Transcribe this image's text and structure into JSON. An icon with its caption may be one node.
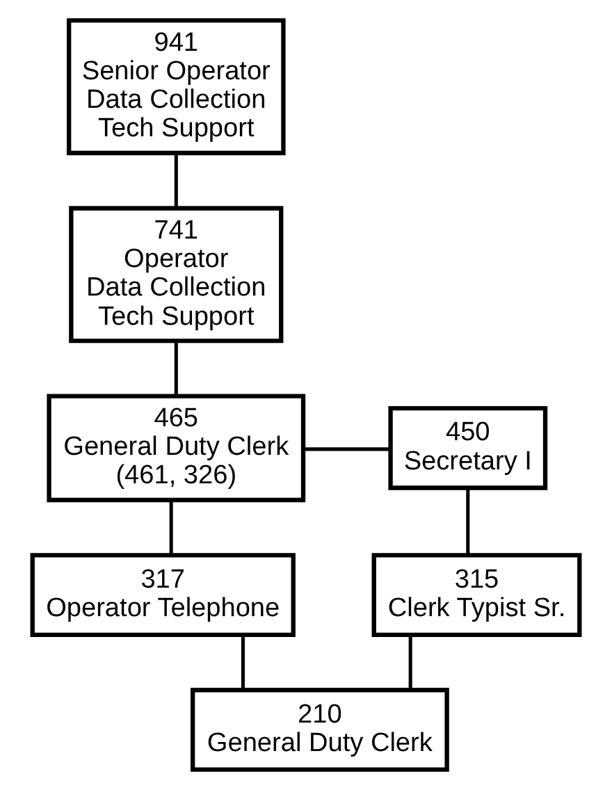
{
  "diagram": {
    "nodes": [
      {
        "text": [
          "941",
          "Senior Operator",
          "Data Collection",
          "Tech Support"
        ]
      },
      {
        "text": [
          "741",
          "Operator",
          "Data Collection",
          "Tech Support"
        ]
      },
      {
        "text": [
          "465",
          "General Duty Clerk",
          "(461, 326)"
        ]
      },
      {
        "text": [
          "450",
          "Secretary I"
        ]
      },
      {
        "text": [
          "317",
          "Operator Telephone"
        ]
      },
      {
        "text": [
          "315",
          "Clerk Typist Sr."
        ]
      },
      {
        "text": [
          "210",
          "General Duty Clerk"
        ]
      }
    ],
    "edges": [
      {
        "from": 0,
        "to": 1,
        "arrow": "none"
      },
      {
        "from": 1,
        "to": 2,
        "arrow": "none"
      },
      {
        "from": 2,
        "to": 3,
        "arrow": "none"
      },
      {
        "from": 2,
        "to": 4,
        "arrow": "none"
      },
      {
        "from": 3,
        "to": 5,
        "arrow": "none"
      },
      {
        "from": 4,
        "to": 6,
        "arrow": "none"
      },
      {
        "from": 5,
        "to": 6,
        "arrow": "none"
      }
    ]
  }
}
